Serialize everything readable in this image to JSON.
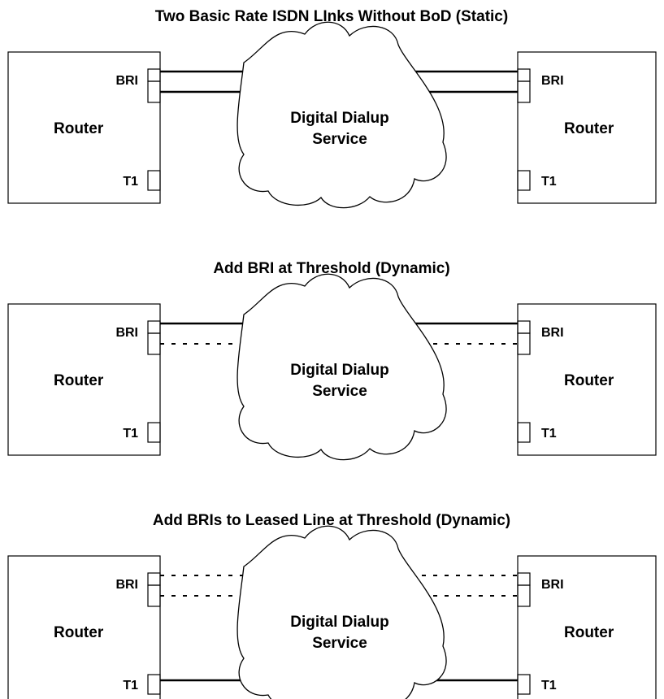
{
  "panels": [
    {
      "title": "Two Basic Rate ISDN LInks Without BoD (Static)",
      "left": {
        "router": "Router",
        "bri": "BRI",
        "t1": "T1"
      },
      "right": {
        "router": "Router",
        "bri": "BRI",
        "t1": "T1"
      },
      "cloud": {
        "line1": "Digital Dialup",
        "line2": "Service"
      },
      "links": [
        "solid",
        "solid"
      ],
      "t1_link": "none"
    },
    {
      "title": "Add BRI at Threshold (Dynamic)",
      "left": {
        "router": "Router",
        "bri": "BRI",
        "t1": "T1"
      },
      "right": {
        "router": "Router",
        "bri": "BRI",
        "t1": "T1"
      },
      "cloud": {
        "line1": "Digital Dialup",
        "line2": "Service"
      },
      "links": [
        "solid",
        "dotted"
      ],
      "t1_link": "none"
    },
    {
      "title": "Add BRIs to Leased Line at Threshold (Dynamic)",
      "left": {
        "router": "Router",
        "bri": "BRI",
        "t1": "T1"
      },
      "right": {
        "router": "Router",
        "bri": "BRI",
        "t1": "T1"
      },
      "cloud": {
        "line1": "Digital Dialup",
        "line2": "Service"
      },
      "links": [
        "dotted",
        "dotted"
      ],
      "t1_link": "solid"
    }
  ]
}
